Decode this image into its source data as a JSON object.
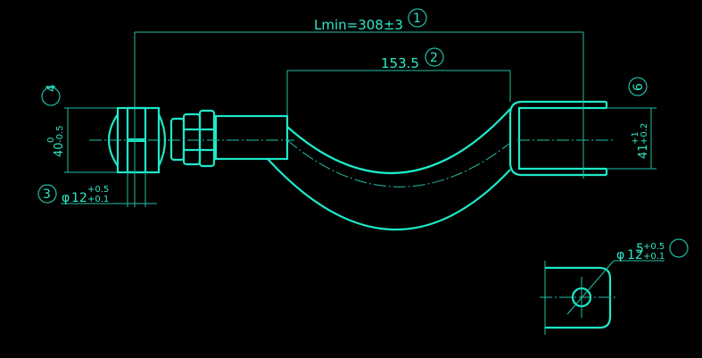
{
  "drawing": {
    "colors": {
      "line": "#1de9c8",
      "thin": "#1fbfa6",
      "background": "#000000"
    },
    "dimensions": {
      "overall_length": {
        "label": "Lmin=308±3",
        "balloon": "1"
      },
      "arc_span": {
        "label": "153.5",
        "balloon": "2"
      },
      "bore_left": {
        "symbol": "φ",
        "nominal": "12",
        "upper": "+0.5",
        "lower": "+0.1",
        "balloon": "3"
      },
      "width_left": {
        "nominal": "40",
        "upper": "0",
        "lower": "-0.5",
        "balloon": "4"
      },
      "bore_detail": {
        "symbol": "φ",
        "nominal": "12",
        "upper": "+0.5",
        "lower": "+0.1",
        "balloon": "5"
      },
      "clevis_gap": {
        "nominal": "41",
        "upper": "+1",
        "lower": "+0.2",
        "balloon": "6"
      }
    }
  }
}
